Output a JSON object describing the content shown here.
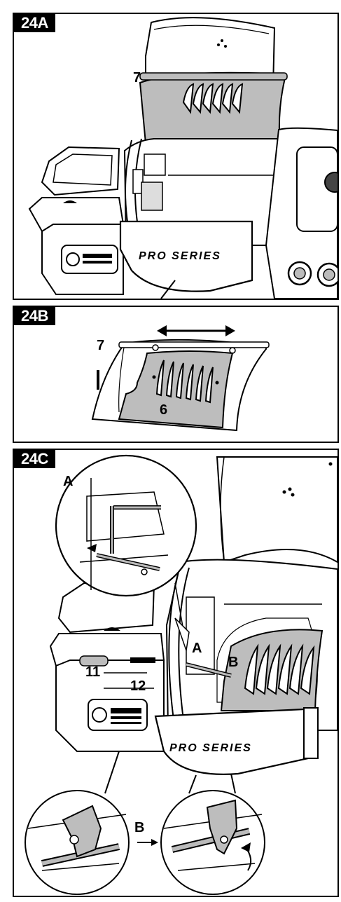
{
  "panels": {
    "p24a": {
      "tag": "24A",
      "callout_7": "7",
      "badge": "PRO SERIES"
    },
    "p24b": {
      "tag": "24B",
      "callout_7": "7",
      "callout_6": "6"
    },
    "p24c": {
      "tag": "24C",
      "callout_a_inset": "A",
      "callout_a": "A",
      "callout_b": "B",
      "callout_11": "11",
      "callout_12": "12",
      "badge": "PRO SERIES",
      "arrow_b": "B"
    }
  }
}
